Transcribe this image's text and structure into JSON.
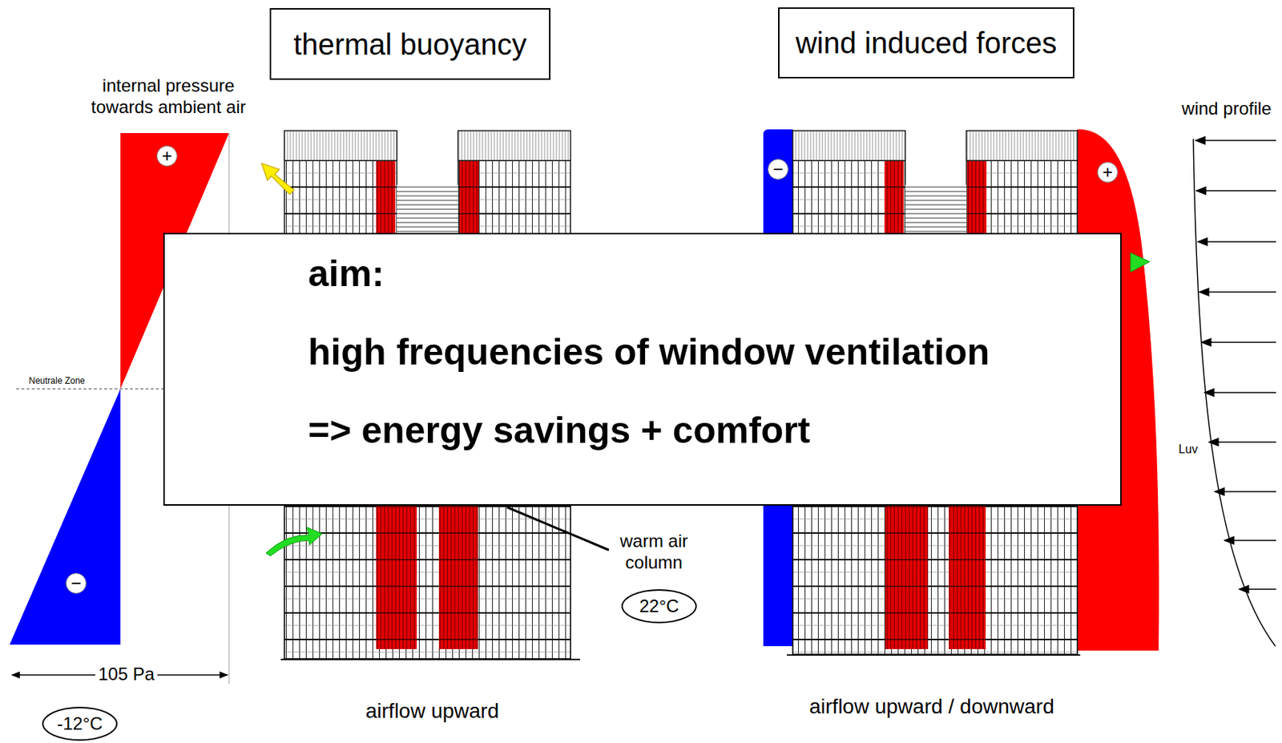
{
  "diagram": {
    "nodes": [
      {
        "text": [
          "thermal buoyancy"
        ]
      },
      {
        "text": [
          "wind induced forces"
        ]
      },
      {
        "text": [
          "+"
        ]
      },
      {
        "text": [
          "−"
        ]
      },
      {
        "text": [
          "+"
        ]
      },
      {
        "text": [
          "aim:",
          "high frequencies of window ventilation",
          "=> energy savings + comfort"
        ]
      },
      {
        "text": [
          "−"
        ]
      },
      {
        "text": [
          "22°C"
        ]
      },
      {
        "text": [
          "-12°C"
        ]
      }
    ],
    "labels": [
      "internal pressure towards ambient air",
      "Neutrale Zone",
      "105 Pa",
      "warm air column",
      "airflow upward",
      "wind profile",
      "Luv",
      "airflow upward / downward"
    ]
  }
}
